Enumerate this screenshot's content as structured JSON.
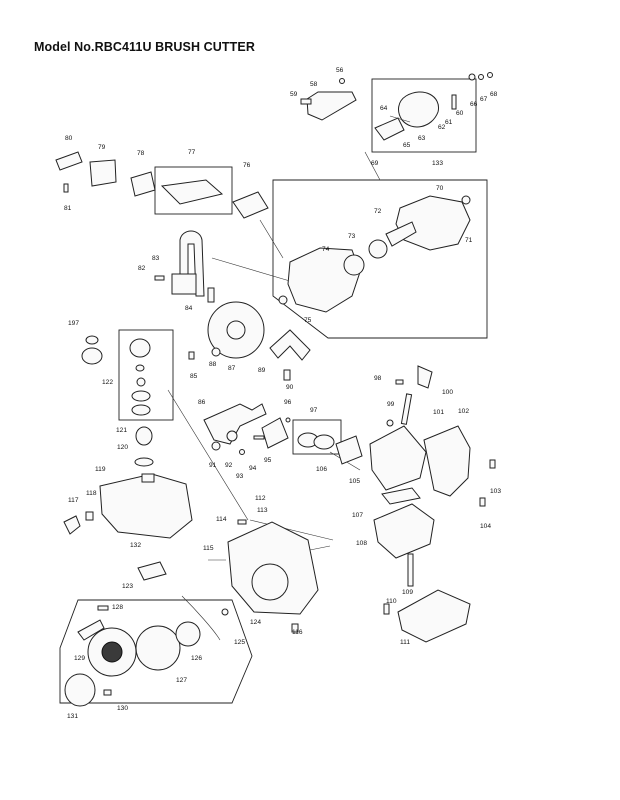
{
  "title": "Model No.RBC411U BRUSH CUTTER",
  "part_numbers": [
    "56",
    "58",
    "59",
    "60",
    "61",
    "62",
    "63",
    "64",
    "65",
    "66",
    "67",
    "68",
    "133",
    "69",
    "70",
    "71",
    "72",
    "73",
    "74",
    "75",
    "76",
    "77",
    "78",
    "79",
    "80",
    "81",
    "82",
    "83",
    "84",
    "85",
    "86",
    "87",
    "88",
    "89",
    "90",
    "91",
    "92",
    "93",
    "94",
    "95",
    "96",
    "97",
    "98",
    "99",
    "100",
    "101",
    "102",
    "103",
    "104",
    "105",
    "106",
    "107",
    "108",
    "109",
    "110",
    "111",
    "112",
    "113",
    "114",
    "115",
    "116",
    "117",
    "118",
    "119",
    "120",
    "121",
    "122",
    "123",
    "124",
    "125",
    "126",
    "127",
    "128",
    "129",
    "130",
    "131",
    "132",
    "197"
  ]
}
